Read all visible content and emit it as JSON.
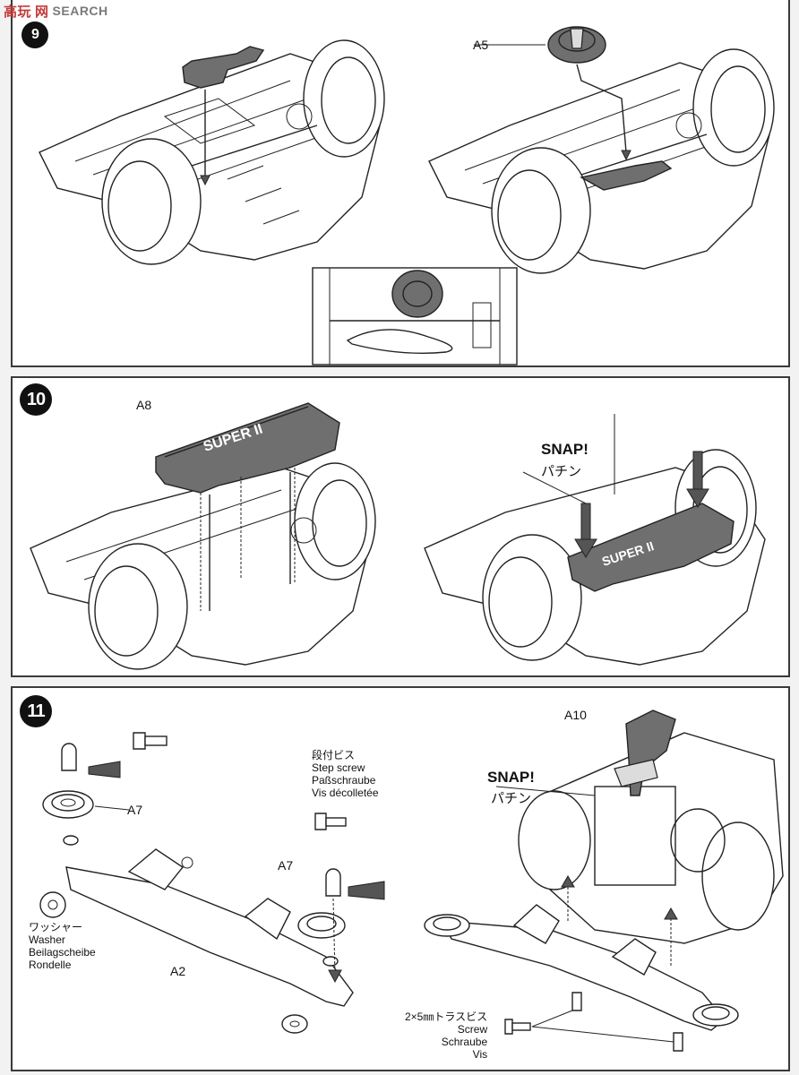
{
  "watermark": {
    "prefix": "高玩",
    "text": "SEARCH",
    "suffix": "网"
  },
  "step9": {
    "part_a5": "A5"
  },
  "step10": {
    "number": "10",
    "part_a8": "A8",
    "snap": "SNAP!",
    "snap_jp": "パチン",
    "cover_text": "SUPER II"
  },
  "step11": {
    "number": "11",
    "part_a7_left": "A7",
    "part_a7_right": "A7",
    "part_a2": "A2",
    "part_a10": "A10",
    "snap": "SNAP!",
    "snap_jp": "パチン",
    "step_screw": [
      "段付ビス",
      "Step screw",
      "Paßschraube",
      "Vis décolletée"
    ],
    "washer": [
      "ワッシャー",
      "Washer",
      "Beilagscheibe",
      "Rondelle"
    ],
    "screw": [
      "2×5㎜トラスビス",
      "Screw",
      "Schraube",
      "Vis"
    ]
  },
  "colors": {
    "part_fill": "#6f6f6f",
    "line": "#222222",
    "panel_border": "#3a3a3a"
  }
}
